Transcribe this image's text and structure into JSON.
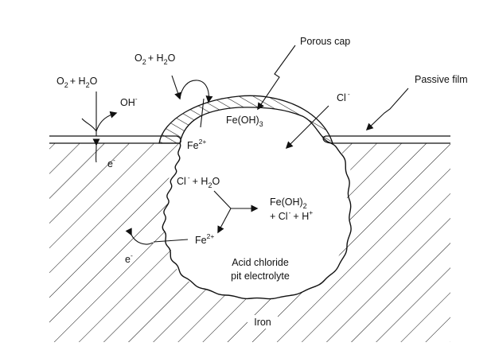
{
  "labels": {
    "o2": "O",
    "o2_sub": "2",
    "plus_h": "+ H",
    "h2o_sub": "2",
    "o_char": "O",
    "oh": "OH",
    "minus": "-",
    "porous_cap": "Porous cap",
    "passive_film": "Passive film",
    "feoh3": "Fe(OH)",
    "feoh3_sub": "3",
    "cl": "Cl",
    "fe": "Fe",
    "fe_charge": "2+",
    "e": "e",
    "cl_h2o": "Cl",
    "feoh2": "Fe(OH)",
    "feoh2_sub": "2",
    "plus_cl": "+ Cl",
    "plus_h_ion": "+ H",
    "plus_charge": "+",
    "acid_line1": "Acid chloride",
    "acid_line2": "pit electrolyte",
    "iron": "Iron"
  },
  "colors": {
    "line": "#111111",
    "background": "#ffffff"
  }
}
